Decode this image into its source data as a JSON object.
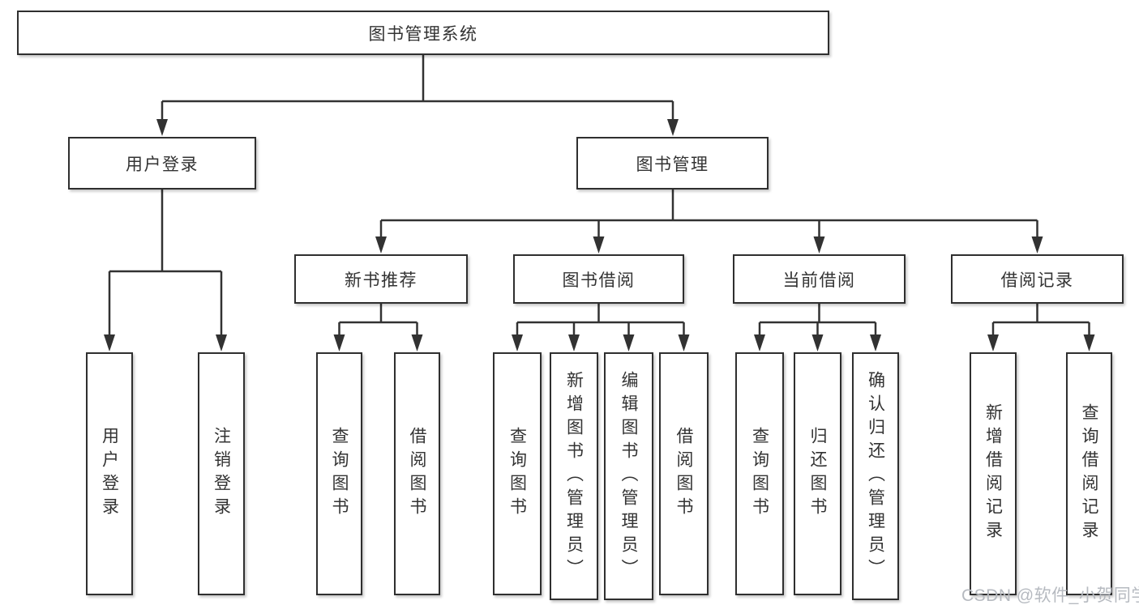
{
  "watermark": "CSDN @软件_小贺同学",
  "colors": {
    "line": "#323232",
    "box_border": "#2f2f2f",
    "text": "#333333",
    "watermark": "#b6bac0",
    "background": "#ffffff"
  },
  "diagram_type": "hierarchy-tree",
  "tree": {
    "label": "图书管理系统",
    "children": [
      {
        "label": "用户登录",
        "children": [
          {
            "label": "用户登录"
          },
          {
            "label": "注销登录"
          }
        ]
      },
      {
        "label": "图书管理",
        "children": [
          {
            "label": "新书推荐",
            "children": [
              {
                "label": "查询图书"
              },
              {
                "label": "借阅图书"
              }
            ]
          },
          {
            "label": "图书借阅",
            "children": [
              {
                "label": "查询图书"
              },
              {
                "label": "新增图书（管理员）"
              },
              {
                "label": "编辑图书（管理员）"
              },
              {
                "label": "借阅图书"
              }
            ]
          },
          {
            "label": "当前借阅",
            "children": [
              {
                "label": "查询图书"
              },
              {
                "label": "归还图书"
              },
              {
                "label": "确认归还（管理员）"
              }
            ]
          },
          {
            "label": "借阅记录",
            "children": [
              {
                "label": "新增借阅记录"
              },
              {
                "label": "查询借阅记录"
              }
            ]
          }
        ]
      }
    ]
  }
}
